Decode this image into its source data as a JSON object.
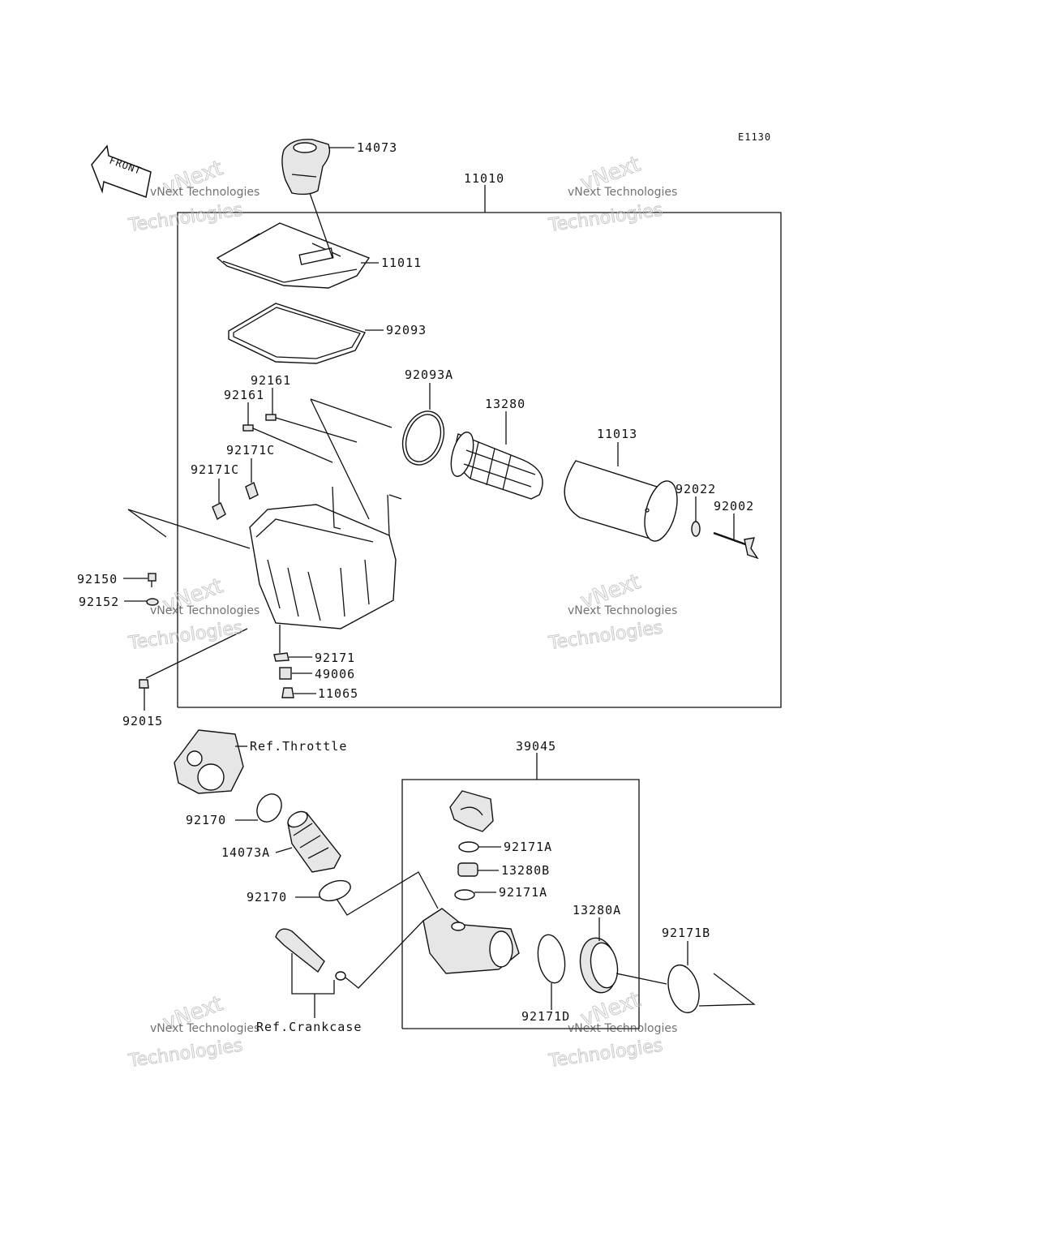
{
  "diagram_code": "E1130",
  "front_arrow_label": "FRONT",
  "groups": {
    "airbox_assembly": "11010",
    "duct_assembly": "39045"
  },
  "part_labels": {
    "p14073": "14073",
    "p11011": "11011",
    "p92093": "92093",
    "p92161a": "92161",
    "p92161b": "92161",
    "p92093A": "92093A",
    "p13280": "13280",
    "p11013": "11013",
    "p92171Ca": "92171C",
    "p92171Cb": "92171C",
    "p92022": "92022",
    "p92002": "92002",
    "p92150": "92150",
    "p92152": "92152",
    "p92171": "92171",
    "p49006": "49006",
    "p11065": "11065",
    "p92015": "92015",
    "ref_throttle": "Ref.Throttle",
    "p92170a": "92170",
    "p14073A": "14073A",
    "p92170b": "92170",
    "p92171Aa": "92171A",
    "p13280B": "13280B",
    "p92171Ab": "92171A",
    "p13280A": "13280A",
    "p92171B": "92171B",
    "p92171D": "92171D",
    "ref_crankcase": "Ref.Crankcase"
  },
  "watermark": {
    "line1": "vNext",
    "line2": "vNext Technologies",
    "line3": "Technologies"
  }
}
